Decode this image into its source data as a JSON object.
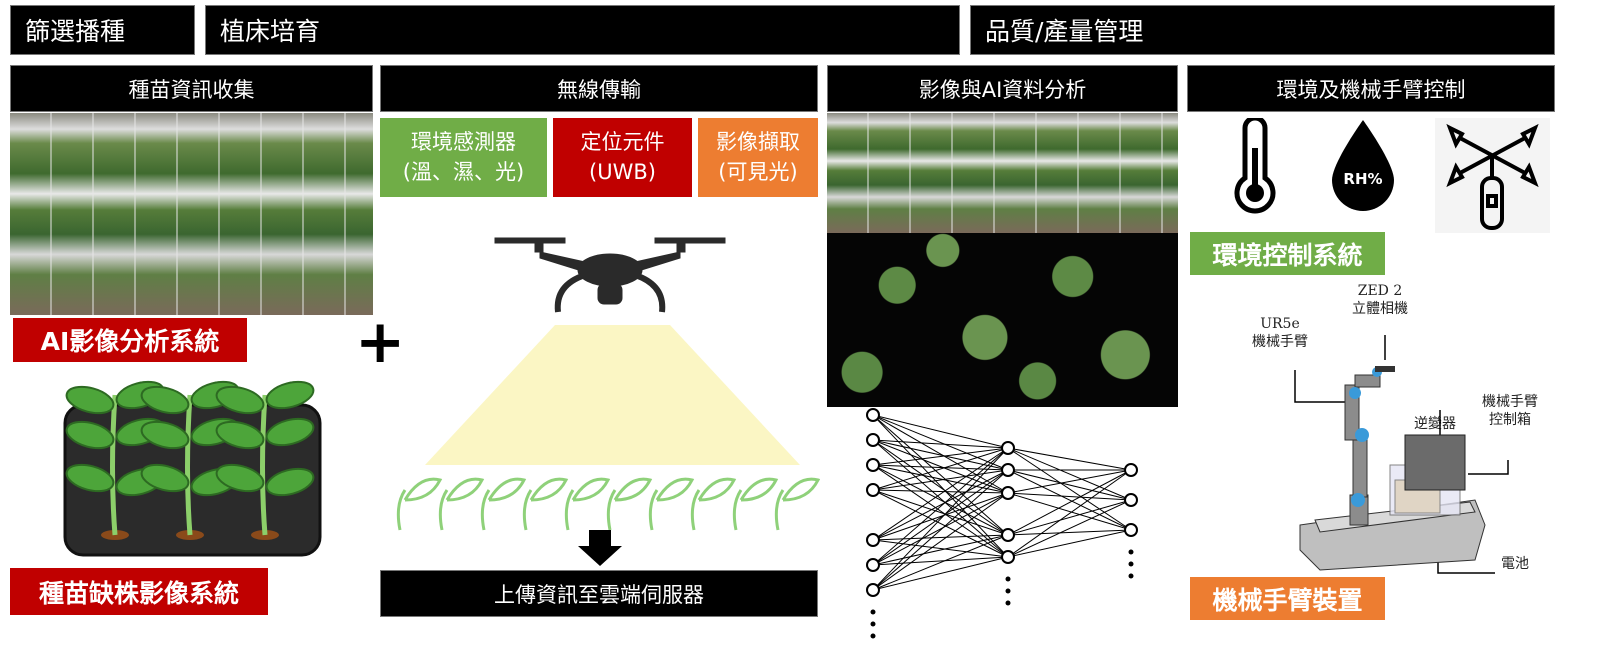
{
  "stages": {
    "sowing": "篩選播種",
    "cultivation": "植床培育",
    "quality": "品質/產量管理"
  },
  "columns": {
    "seedling_info": "種苗資訊收集",
    "wireless": "無線傳輸",
    "ai_analysis": "影像與AI資料分析",
    "control": "環境及機械手臂控制"
  },
  "labels": {
    "ai_image_system": "AI影像分析系統",
    "missing_seedling_system": "種苗缺株影像系統",
    "plus": "+",
    "env_control_system": "環境控制系統",
    "robot_arm_device": "機械手臂裝置"
  },
  "sensors": [
    {
      "line1": "環境感測器",
      "line2": "(溫、濕、光)",
      "color": "#70ad47"
    },
    {
      "line1": "定位元件",
      "line2": "(UWB)",
      "color": "#c00000"
    },
    {
      "line1": "影像擷取",
      "line2": "(可見光)",
      "color": "#ed7d31"
    }
  ],
  "upload": "上傳資訊至雲端伺服器",
  "icons": {
    "humidity": "RH%"
  },
  "robot": {
    "camera_model": "ZED 2",
    "camera_name": "立體相機",
    "arm_model": "UR5e",
    "arm_name": "機械手臂",
    "inverter": "逆變器",
    "control_box_1": "機械手臂",
    "control_box_2": "控制箱",
    "battery": "電池"
  },
  "colors": {
    "red": "#c00000",
    "green": "#70ad47",
    "orange": "#ed7d31"
  }
}
